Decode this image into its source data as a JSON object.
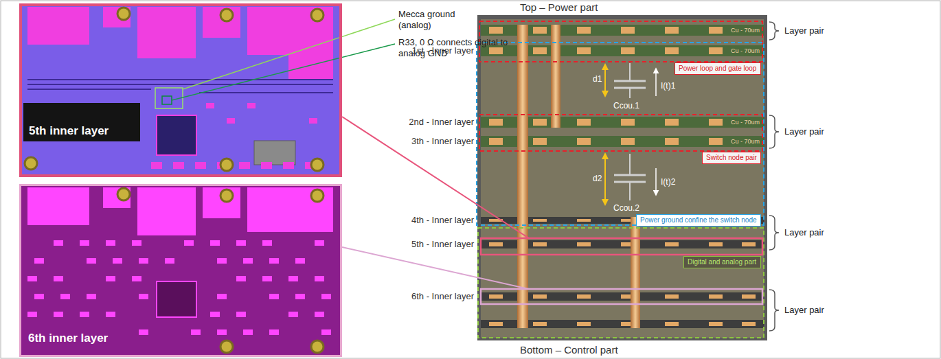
{
  "diagram": {
    "nodes": [
      {
        "text": [
          "5th inner layer"
        ]
      },
      {
        "text": [
          "6th inner layer"
        ]
      },
      {
        "text": [
          "Power loop and gate loop"
        ]
      },
      {
        "text": [
          "Switch node pair"
        ]
      },
      {
        "text": [
          "Power ground confine the switch node"
        ]
      },
      {
        "text": [
          "Digital and analog part"
        ]
      }
    ],
    "labels": [
      "Mecca ground (analog)",
      "R33, 0 Ω connects digital to analog GND",
      "Top – Power part",
      "Cu - 70um",
      "Cu - 70um",
      "Cu - 70um",
      "Cu - 70um",
      "1st - Inner layer",
      "2nd - Inner layer",
      "3th - Inner layer",
      "4th - Inner layer",
      "5th - Inner layer",
      "6th - Inner layer",
      "d1",
      "d2",
      "Ccou.1",
      "Ccou.2",
      "I(t)1",
      "I(t)2",
      "Layer pair",
      "Layer pair",
      "Layer pair",
      "Layer pair",
      "Bottom – Control part"
    ]
  }
}
